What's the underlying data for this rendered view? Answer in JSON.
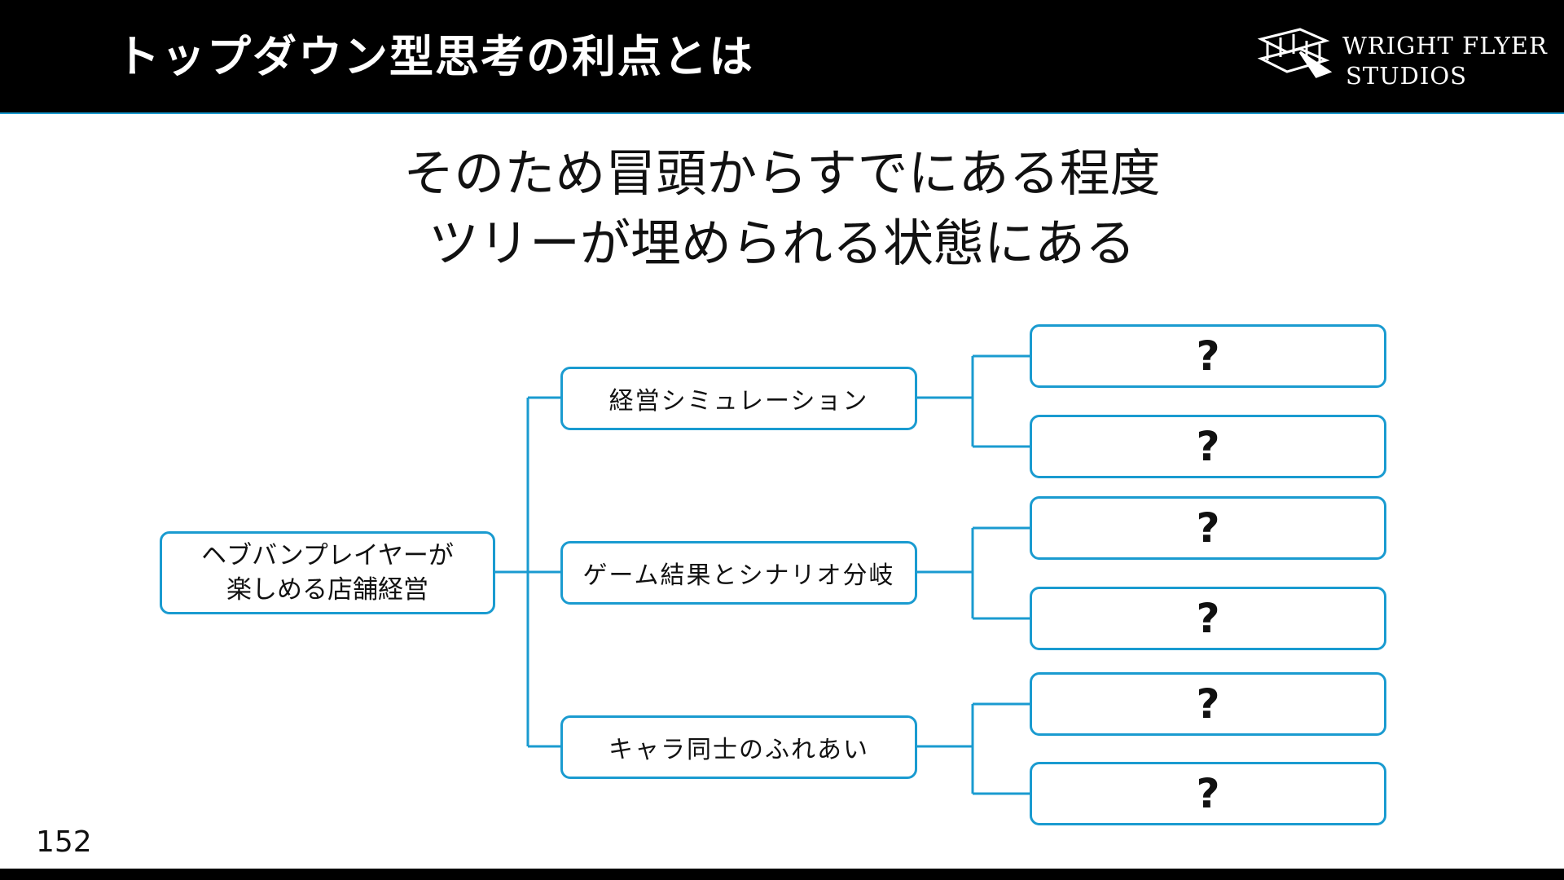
{
  "header": {
    "title": "トップダウン型思考の利点とは",
    "logo": {
      "line1": "WRIGHT FLYER",
      "line2": "STUDIOS"
    }
  },
  "heading": {
    "line1": "そのため冒頭からすでにある程度",
    "line2": "ツリーが埋められる状態にある"
  },
  "tree": {
    "root": {
      "line1": "ヘブバンプレイヤーが",
      "line2": "楽しめる店舗経営"
    },
    "branches": [
      {
        "label": "経営シミュレーション",
        "leaves": [
          "?",
          "?"
        ]
      },
      {
        "label": "ゲーム結果とシナリオ分岐",
        "leaves": [
          "?",
          "?"
        ]
      },
      {
        "label": "キャラ同士のふれあい",
        "leaves": [
          "?",
          "?"
        ]
      }
    ]
  },
  "colors": {
    "accent": "#1a9bd0",
    "header_bg": "#000000",
    "slide_bg": "#ffffff"
  },
  "page_number": "152"
}
